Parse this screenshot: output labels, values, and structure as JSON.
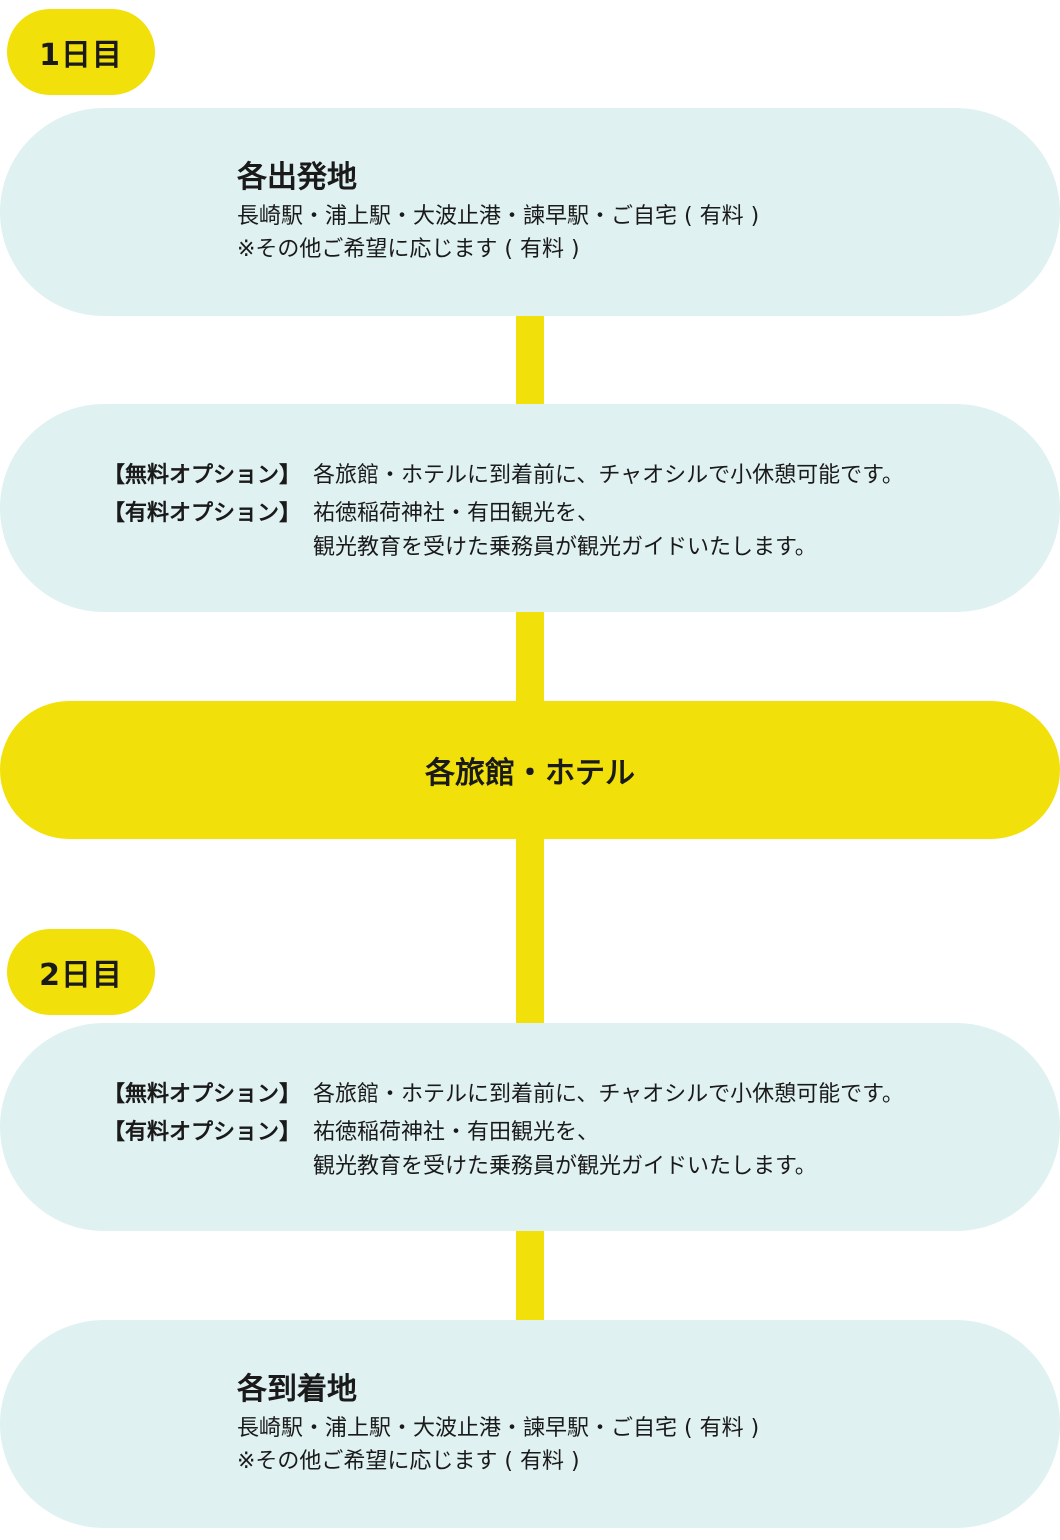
{
  "day1": {
    "badge": "1日目",
    "start": {
      "title": "各出発地",
      "line1": "長崎駅・浦上駅・大波止港・諫早駅・ご自宅 ( 有料 )",
      "line2": "※その他ご希望に応じます ( 有料 )"
    },
    "options": {
      "free_label": "【無料オプション】",
      "free_text": "各旅館・ホテルに到着前に、チャオシルで小休憩可能です。",
      "paid_label": "【有料オプション】",
      "paid_text1": "祐徳稲荷神社・有田観光を、",
      "paid_text2": "観光教育を受けた乗務員が観光ガイドいたします。"
    }
  },
  "hotel": {
    "title": "各旅館・ホテル"
  },
  "day2": {
    "badge": "2日目",
    "options": {
      "free_label": "【無料オプション】",
      "free_text": "各旅館・ホテルに到着前に、チャオシルで小休憩可能です。",
      "paid_label": "【有料オプション】",
      "paid_text1": "祐徳稲荷神社・有田観光を、",
      "paid_text2": "観光教育を受けた乗務員が観光ガイドいたします。"
    },
    "end": {
      "title": "各到着地",
      "line1": "長崎駅・浦上駅・大波止港・諫早駅・ご自宅 ( 有料 )",
      "line2": "※その他ご希望に応じます ( 有料 )"
    }
  },
  "colors": {
    "accent_yellow": "#f2e00a",
    "pill_background": "#e0f1f1",
    "text": "#1a1a1a"
  }
}
